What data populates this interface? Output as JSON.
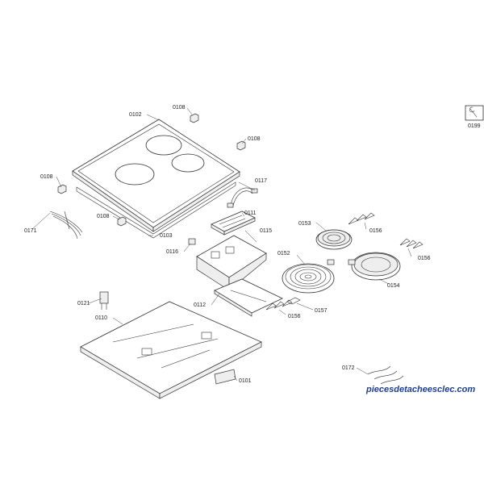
{
  "labels": {
    "p0102": "0102",
    "p0108a": "0108",
    "p0108b": "0108",
    "p0108c": "0108",
    "p0108d": "0108",
    "p0117": "0117",
    "p0111": "0111",
    "p0115": "0115",
    "p0116": "0116",
    "p0103": "0103",
    "p0171": "0171",
    "p0153": "0153",
    "p0156a": "0156",
    "p0156b": "0156",
    "p0156c": "0156",
    "p0152": "0152",
    "p0154": "0154",
    "p0157": "0157",
    "p0112": "0112",
    "p0121": "0121",
    "p0110": "0110",
    "p0101": "0101",
    "p0172": "0172",
    "p0199": "0199"
  },
  "watermark": "piecesdetacheesclec.com",
  "colors": {
    "lines": "#333333",
    "watermark": "#1f3f8a"
  },
  "icons": {
    "service": "wrench-book-icon"
  }
}
